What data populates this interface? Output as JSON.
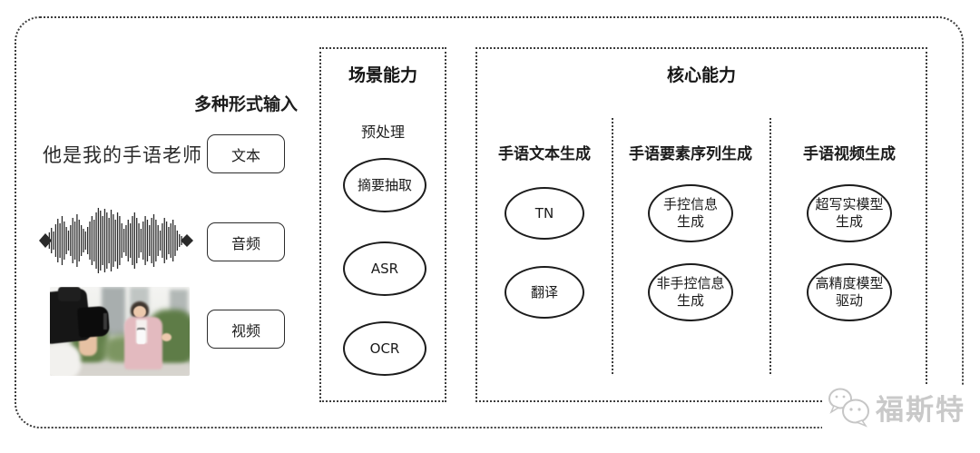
{
  "input_section": {
    "header": "多种形式输入",
    "sample_text": "他是我的手语老师",
    "items": [
      {
        "label": "文本"
      },
      {
        "label": "音频"
      },
      {
        "label": "视频"
      }
    ],
    "media": [
      {
        "icon": "audio-waveform"
      },
      {
        "icon": "reporter-video-thumbnail"
      }
    ]
  },
  "scene_box": {
    "title": "场景能力",
    "subtitle": "预处理",
    "nodes": [
      "摘要抽取",
      "ASR",
      "OCR"
    ]
  },
  "core_box": {
    "title": "核心能力",
    "columns": [
      {
        "header": "手语文本生成",
        "nodes": [
          [
            "TN"
          ],
          [
            "翻译"
          ]
        ]
      },
      {
        "header": "手语要素序列生成",
        "nodes": [
          [
            "手控信息",
            "生成"
          ],
          [
            "非手控信息",
            "生成"
          ]
        ]
      },
      {
        "header": "手语视频生成",
        "nodes": [
          [
            "超写实模型",
            "生成"
          ],
          [
            "高精度模型",
            "驱动"
          ]
        ]
      }
    ]
  },
  "watermark": {
    "text": "福斯特",
    "icon": "chat-faces-icon"
  },
  "colors": {
    "outline": "#2b2b2b",
    "dotted_border": "#3b3b3b",
    "text": "#1d1d1d",
    "watermark_gray": "#c9c9c9"
  }
}
